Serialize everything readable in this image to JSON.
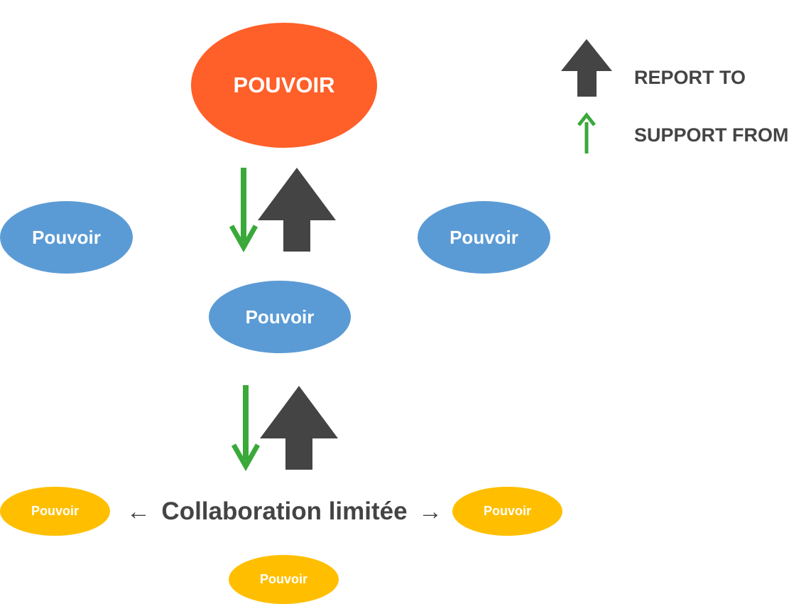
{
  "nodes": {
    "top": "POUVOIR",
    "mid_left": "Pouvoir",
    "mid_right": "Pouvoir",
    "mid_center": "Pouvoir",
    "low_left": "Pouvoir",
    "low_right": "Pouvoir",
    "low_bottom": "Pouvoir"
  },
  "collaboration": {
    "left_arrow": "←",
    "label": "Collaboration limitée",
    "right_arrow": "→"
  },
  "legend": {
    "report_label": "REPORT TO",
    "support_label": "SUPPORT FROM"
  },
  "colors": {
    "top_node": "#ff5f29",
    "mid_nodes": "#5b9bd5",
    "low_nodes": "#ffbf00",
    "report_arrow": "#444444",
    "support_arrow": "#3aa93a",
    "text_dark": "#444444"
  }
}
